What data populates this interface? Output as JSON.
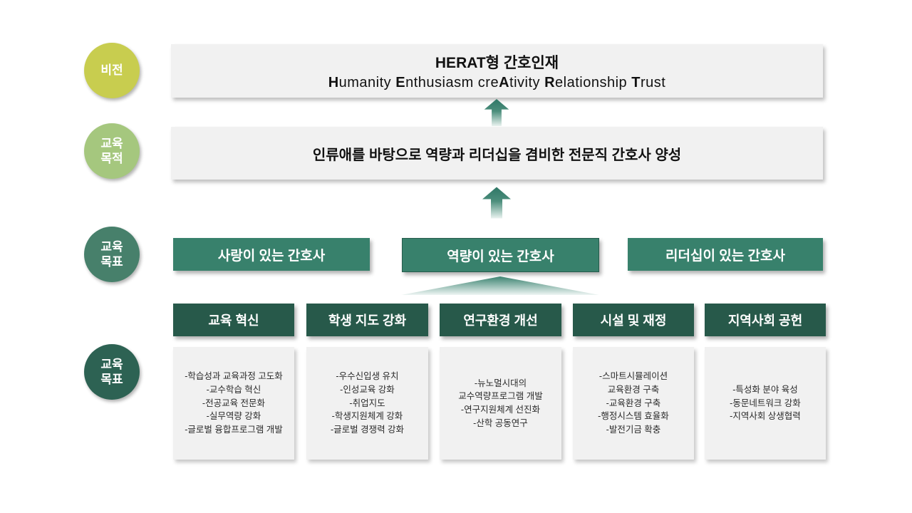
{
  "palette": {
    "badge_vision": "#c8cd4f",
    "badge_purpose": "#a5c77e",
    "badge_goals": "#47806b",
    "badge_strategy": "#2d6253",
    "goal_box_green": "#38816c",
    "strategy_header_green": "#27594a",
    "panel_gray": "#f1f1f1",
    "arrow_green": "#3d8471"
  },
  "badges": [
    {
      "label": "비전",
      "color": "#c8cd4f"
    },
    {
      "label": "교육\n목적",
      "color": "#a5c77e"
    },
    {
      "label": "교육\n목표",
      "color": "#47806b"
    },
    {
      "label": "교육\n목표",
      "color": "#2d6253"
    }
  ],
  "vision": {
    "title": "HERAT형 간호인재",
    "subtitle_segments": [
      {
        "text": "H",
        "bold": true
      },
      {
        "text": "umanity ",
        "bold": false
      },
      {
        "text": "E",
        "bold": true
      },
      {
        "text": "nthusiasm cre",
        "bold": false
      },
      {
        "text": "A",
        "bold": true
      },
      {
        "text": "tivity ",
        "bold": false
      },
      {
        "text": "R",
        "bold": true
      },
      {
        "text": "elationship ",
        "bold": false
      },
      {
        "text": "T",
        "bold": true
      },
      {
        "text": "rust",
        "bold": false
      }
    ]
  },
  "purpose": {
    "text": "인류애를 바탕으로 역량과 리더십을 겸비한 전문직 간호사 양성"
  },
  "goals": [
    "사랑이 있는 간호사",
    "역량이 있는 간호사",
    "리더십이 있는 간호사"
  ],
  "strategies": [
    {
      "title": "교육 혁신",
      "lines": [
        "-학습성과 교육과정 고도화",
        "-교수학습 혁신",
        "-전공교육 전문화",
        "-실무역량 강화",
        "-글로벌 융합프로그램 개발"
      ]
    },
    {
      "title": "학생 지도 강화",
      "lines": [
        "-우수신입생 유치",
        "-인성교육 강화",
        "-취업지도",
        "-학생지원체계 강화",
        "-글로벌 경쟁력 강화"
      ]
    },
    {
      "title": "연구환경 개선",
      "lines": [
        "-뉴노멀시대의",
        "교수역량프로그램 개발",
        "-연구지원체계 선진화",
        "-산학 공동연구"
      ]
    },
    {
      "title": "시설 및 재정",
      "lines": [
        "-스마트시뮬레이션",
        "교육환경 구축",
        "-교육환경 구축",
        "-행정시스템 효율화",
        "-발전기금 확충"
      ]
    },
    {
      "title": "지역사회 공헌",
      "lines": [
        "-특성화 분야 육성",
        "-동문네트워크 강화",
        "-지역사회 상생협력"
      ]
    }
  ]
}
